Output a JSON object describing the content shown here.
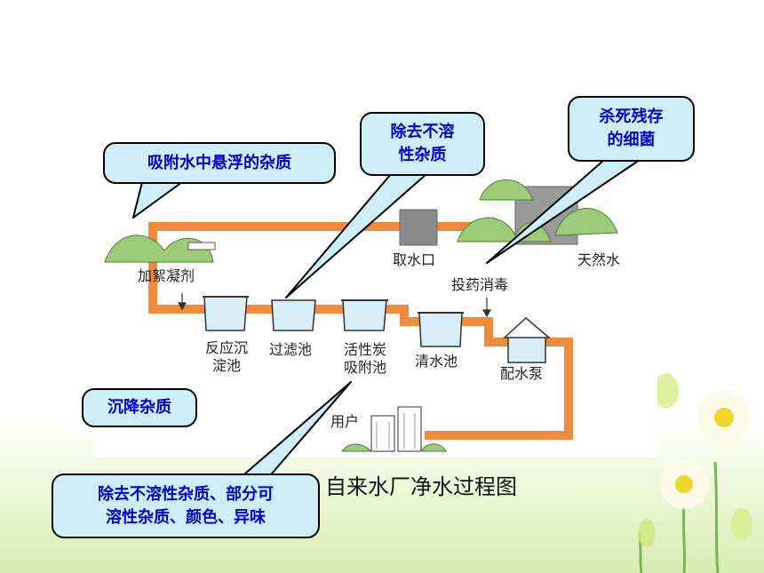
{
  "diagram": {
    "caption": "自来水厂净水过程图",
    "nodes": {
      "intake": "取水口",
      "natural_water": "天然水",
      "coagulant": "加絮凝剂",
      "disinfect": "投药消毒",
      "sediment_l1": "反应沉",
      "sediment_l2": "淀池",
      "filter": "过滤池",
      "carbon_l1": "活性炭",
      "carbon_l2": "吸附池",
      "clear_water": "清水池",
      "pump": "配水泵",
      "user": "用户"
    }
  },
  "callouts": {
    "adsorb": "吸附水中悬浮的杂质",
    "filter_l1": "除去不溶",
    "filter_l2": "性杂质",
    "kill_l1": "杀死残存",
    "kill_l2": "的细菌",
    "settle": "沉降杂质",
    "carbon_l1": "除去不溶性杂质、部分可",
    "carbon_l2": "溶性杂质、颜色、异味"
  },
  "colors": {
    "pipe": "#f08a3c",
    "bubble_fill": "#cdeef8",
    "bubble_text": "#0000cc",
    "tank_water": "#d8eefa",
    "hill": "#8fbf6f"
  }
}
